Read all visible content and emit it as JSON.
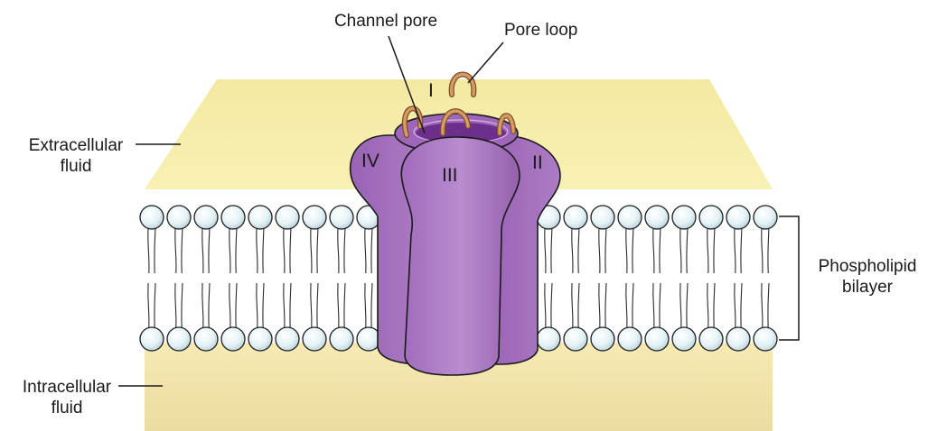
{
  "labels": {
    "channel_pore": "Channel pore",
    "pore_loop": "Pore loop",
    "extracellular": [
      "Extracellular",
      "fluid"
    ],
    "intracellular": [
      "Intracellular",
      "fluid"
    ],
    "bilayer": [
      "Phospholipid",
      "bilayer"
    ]
  },
  "subunits": {
    "one": "I",
    "two": "II",
    "three": "III",
    "four": "IV"
  },
  "colors": {
    "extracellular_fluid": "#f8f0ac",
    "intracellular_fluid": "#f3e2a6",
    "lipid_head": "#dff0f5",
    "protein": "#a773bf",
    "protein_dark": "#8c56a6",
    "pore_loop": "#c98a54"
  }
}
